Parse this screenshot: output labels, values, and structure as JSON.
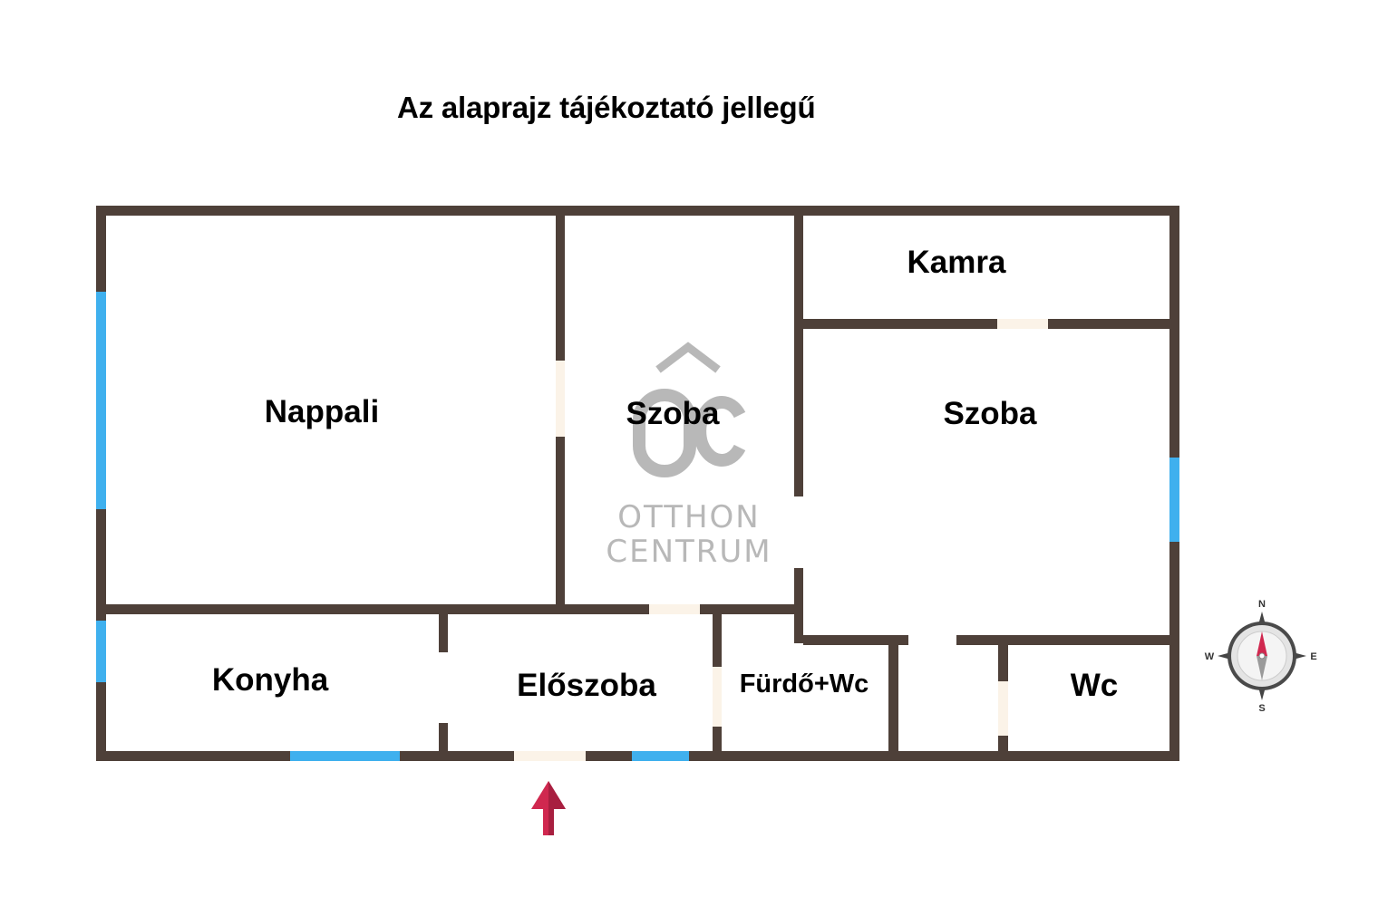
{
  "disclaimer": "Az alaprajz tájékoztató jellegű",
  "rooms": {
    "nappali": "Nappali",
    "szoba_left": "Szoba",
    "szoba_right": "Szoba",
    "kamra": "Kamra",
    "konyha": "Konyha",
    "eloszoba": "Előszoba",
    "furdo": "Fürdő+Wc",
    "wc": "Wc"
  },
  "watermark": {
    "line1": "OTTHON",
    "line2": "CENTRUM"
  },
  "compass": {
    "n": "N",
    "e": "E",
    "s": "S",
    "w": "W"
  },
  "colors": {
    "wall": "#4e4039",
    "window": "#3fb0ee",
    "door": "#fbf3e8",
    "entrance_arrow": "#d0284f",
    "watermark": "#b8b8b8"
  }
}
